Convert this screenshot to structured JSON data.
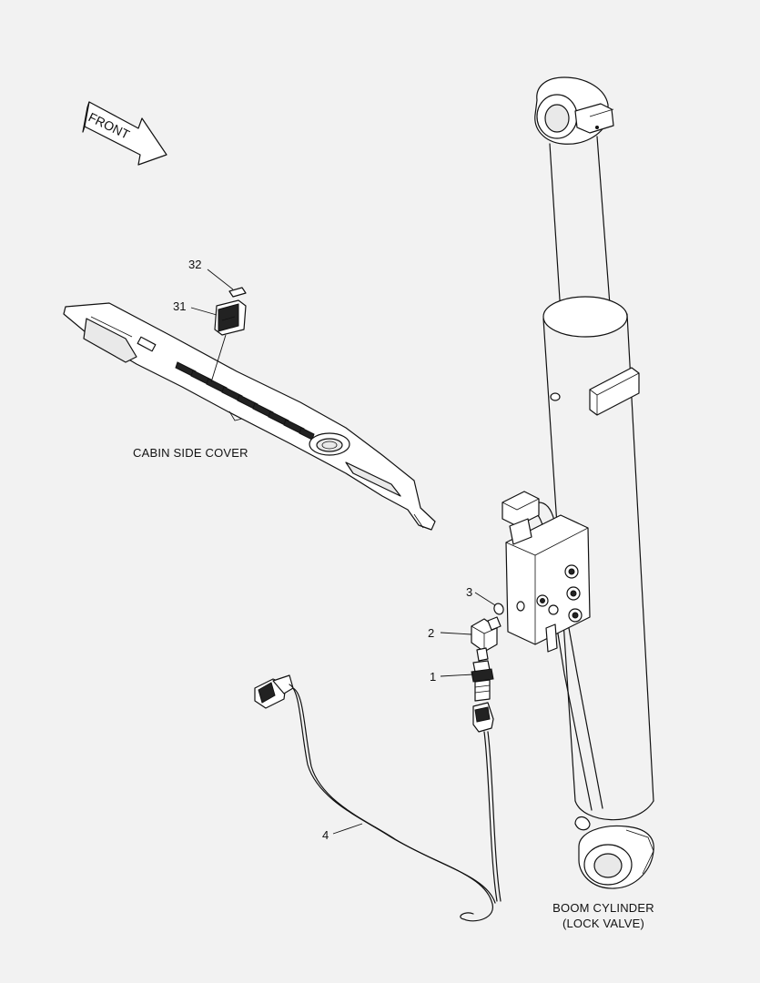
{
  "direction_arrow": {
    "label": "FRONT"
  },
  "callouts": [
    {
      "id": "32",
      "label": "32"
    },
    {
      "id": "31",
      "label": "31"
    },
    {
      "id": "3",
      "label": "3"
    },
    {
      "id": "2",
      "label": "2"
    },
    {
      "id": "1",
      "label": "1"
    },
    {
      "id": "4",
      "label": "4"
    }
  ],
  "captions": {
    "cabin_side_cover": "CABIN SIDE COVER",
    "boom_cylinder_line1": "BOOM CYLINDER",
    "boom_cylinder_line2": "(LOCK VALVE)"
  }
}
